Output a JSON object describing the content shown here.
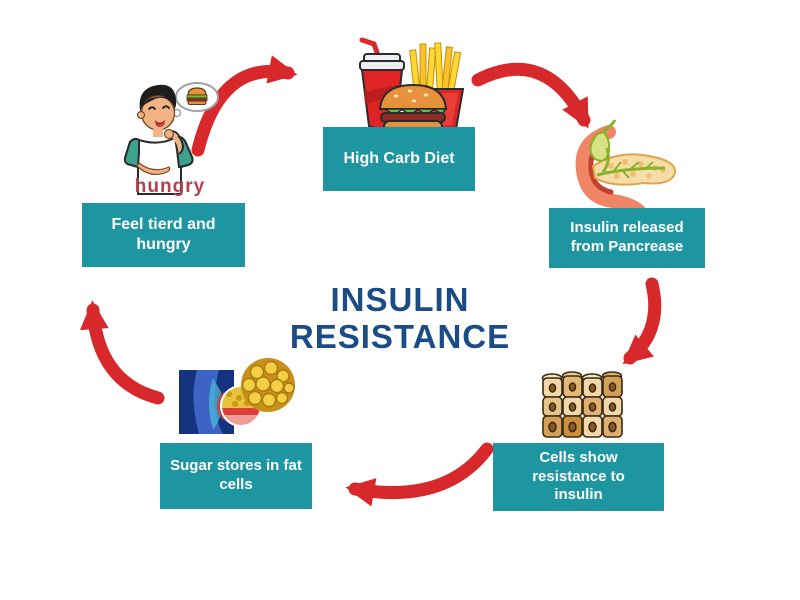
{
  "title": {
    "line1": "INSULIN",
    "line2": "RESISTANCE"
  },
  "nodes": {
    "high_carb": {
      "label": "High Carb Diet"
    },
    "insulin_released": {
      "label": "Insulin released from Pancrease"
    },
    "cells_resist": {
      "label": "Cells show resistance to insulin"
    },
    "sugar_stores": {
      "label": "Sugar stores in fat cells"
    },
    "feel_tired": {
      "label": "Feel tierd and hungry"
    }
  },
  "captions": {
    "hungry": "hungry"
  },
  "icons": {
    "high_carb": "fast-food-illustration",
    "insulin_released": "pancreas-illustration",
    "cells_resist": "tissue-cells-illustration",
    "sugar_stores": "fat-cells-illustration",
    "feel_tired": "hungry-person-illustration"
  },
  "colors": {
    "box_teal": "#1e96a1",
    "arrow_red": "#d7282b",
    "title_navy": "#1b4c86",
    "hungry_text": "#b5404f"
  }
}
